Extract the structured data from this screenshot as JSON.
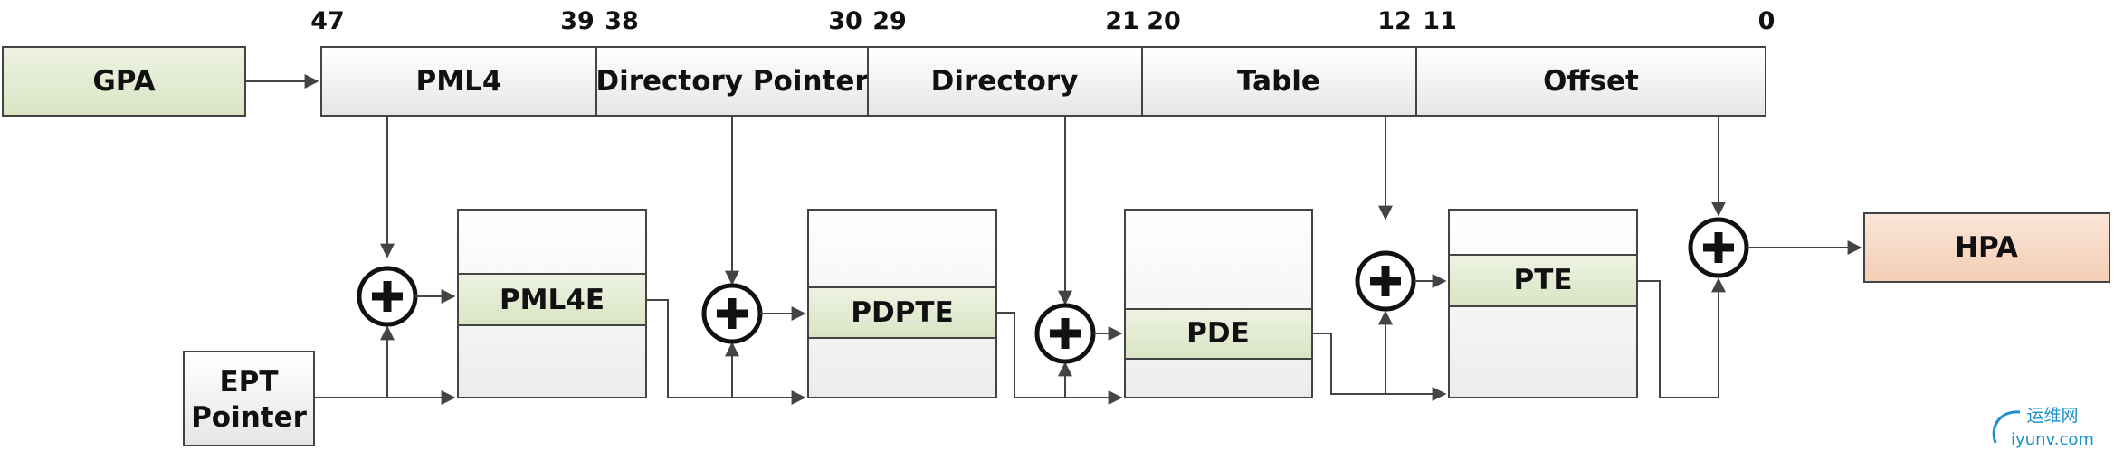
{
  "diagram": {
    "gpa": "GPA",
    "hpa": "HPA",
    "ept_pointer": [
      "EPT",
      "Pointer"
    ],
    "address_fields": [
      "PML4",
      "Directory Pointer",
      "Directory",
      "Table",
      "Offset"
    ],
    "bit_positions": [
      "47",
      "39",
      "38",
      "30",
      "29",
      "21",
      "20",
      "12",
      "11",
      "0"
    ],
    "table_entries": [
      "PML4E",
      "PDPTE",
      "PDE",
      "PTE"
    ]
  },
  "watermark": {
    "site_cn": "运维网",
    "site_url": "iyunv.com"
  },
  "colors": {
    "green_fill": "#e8eed9",
    "orange_fill": "#f8dcc9",
    "gray_fill": "#f3f3f3",
    "stroke": "#444444"
  }
}
